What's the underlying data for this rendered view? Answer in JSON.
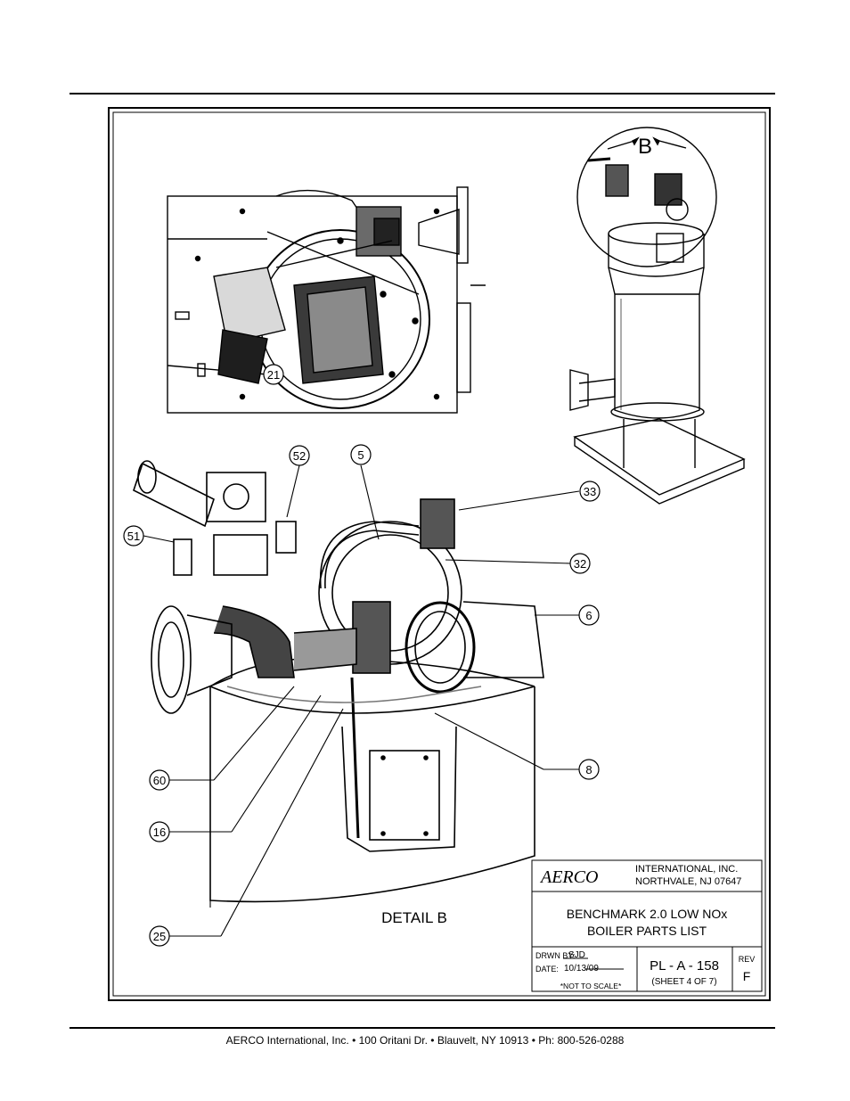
{
  "diagram": {
    "detail_title": "DETAIL B",
    "section_marker": "B",
    "callouts": [
      {
        "label": "52"
      },
      {
        "label": "5"
      },
      {
        "label": "33"
      },
      {
        "label": "51"
      },
      {
        "label": "32"
      },
      {
        "label": "6"
      },
      {
        "label": "8"
      },
      {
        "label": "60"
      },
      {
        "label": "16"
      },
      {
        "label": "25"
      },
      {
        "label": "21"
      }
    ]
  },
  "title_block": {
    "company_logo": "AERCO",
    "company_name": "INTERNATIONAL, INC.",
    "company_location": "NORTHVALE, NJ 07647",
    "title_line1": "BENCHMARK 2.0 LOW NOx",
    "title_line2": "BOILER PARTS LIST",
    "drawn_by_label": "DRWN BY:",
    "drawn_by": "SJD",
    "date_label": "DATE:",
    "date": "10/13/09",
    "scale_note": "*NOT TO SCALE*",
    "drawing_number": "PL - A - 158",
    "sheet": "(SHEET 4 OF 7)",
    "rev_label": "REV",
    "rev": "F"
  },
  "footer": {
    "text": "AERCO International, Inc. • 100 Oritani Dr. •  Blauvelt, NY 10913 • Ph: 800-526-0288"
  }
}
